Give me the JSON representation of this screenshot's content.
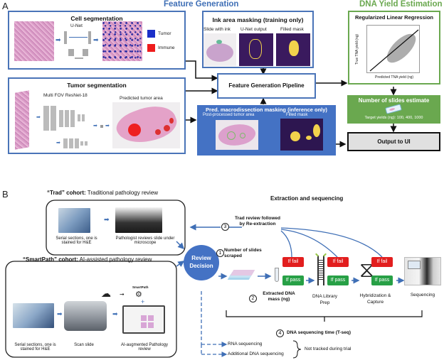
{
  "panel_a": {
    "label": "A",
    "feature_generation_title": "Feature Generation",
    "dna_yield_title": "DNA Yield Estimation",
    "cell_segmentation": {
      "title": "Cell segmentation",
      "model": "U-Net",
      "legend": [
        {
          "label": "Tumor",
          "color": "#1a2fc8"
        },
        {
          "label": "Immune",
          "color": "#ee1c1c"
        }
      ]
    },
    "tumor_segmentation": {
      "title": "Tumor segmentation",
      "model": "Multi FOV ResNet-18",
      "output_label": "Predicted tumor area"
    },
    "ink_masking": {
      "title": "Ink area masking (training only)",
      "images": [
        "Slide with ink",
        "U-Net output",
        "Filled mask"
      ]
    },
    "pipeline": {
      "title": "Feature Generation Pipeline"
    },
    "macrodissection": {
      "title": "Pred. macrodissection masking (inference only)",
      "images": [
        "Post-processed tumor area",
        "Filled mask"
      ]
    },
    "regression": {
      "title": "Regularized Linear Regression",
      "xlabel": "Predicted TNA yield (ng)",
      "ylabel": "True TNA yield (ng)"
    },
    "slides_estimate": {
      "title": "Number of slides estimate",
      "caption": "Target yields (ng): 100, 400, 1000"
    },
    "output": {
      "title": "Output to UI"
    }
  },
  "panel_b": {
    "label": "B",
    "trad_cohort": {
      "title_bold": "“Trad” cohort:",
      "title_rest": " Traditional pathology review",
      "steps": [
        "Serial sections, one is stained for H&E",
        "Pathologist reviews slide under microscope"
      ]
    },
    "smartpath_cohort": {
      "title_bold": "“SmartPath” cohort:",
      "title_rest": " AI-assisted pathology review",
      "steps": [
        "Serial sections, one is stained for H&E",
        "Scan slide",
        "AI-augmented Pathology review"
      ],
      "brand": "SmartPath"
    },
    "review_decision": "Review Decision",
    "extraction_title": "Extraction and sequencing",
    "annotations": [
      {
        "num": "1",
        "text": "Number of slides scraped"
      },
      {
        "num": "2",
        "text": "Extracted DNA mass (ng)"
      },
      {
        "num": "3",
        "text": "Trad review followed by Re-extraction"
      },
      {
        "num": "4",
        "text": "DNA sequencing time (T-seq)"
      }
    ],
    "steps": [
      "DNA Library Prep",
      "Hybridization & Capture",
      "Sequencing"
    ],
    "fail_label": "If fail",
    "pass_label": "If pass",
    "untracked": [
      "RNA sequencing",
      "Additional DNA sequencing"
    ],
    "untracked_note": "Not tracked during trial",
    "colors": {
      "fail": "#e21e1e",
      "pass": "#27a046",
      "blue": "#3f6fb6",
      "green": "#6aa84f"
    }
  }
}
